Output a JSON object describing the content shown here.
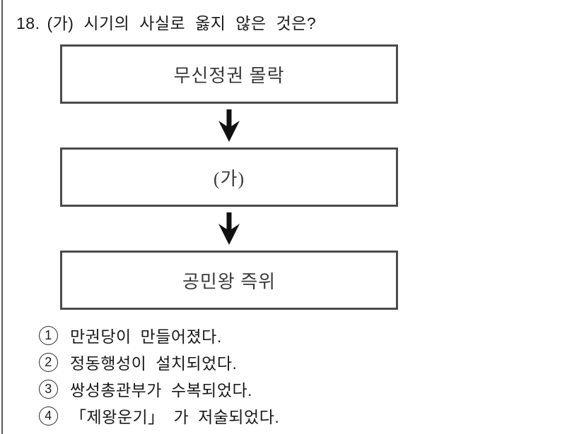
{
  "question": {
    "number": "18.",
    "text": "(가) 시기의 사실로 옳지 않은 것은?"
  },
  "diagram": {
    "boxes": [
      {
        "label": "무신정권 몰락"
      },
      {
        "label": "(가)"
      },
      {
        "label": "공민왕 즉위"
      }
    ],
    "arrow_icon": "down-arrow"
  },
  "options": [
    {
      "marker": "1",
      "text": "만권당이 만들어졌다."
    },
    {
      "marker": "2",
      "text": "정동행성이 설치되었다."
    },
    {
      "marker": "3",
      "text": "쌍성총관부가 수복되었다."
    },
    {
      "marker": "4",
      "text": "「제왕운기」 가 저술되었다."
    }
  ],
  "colors": {
    "box_border": "#4b4b4b",
    "page_rule": "#5a5a5a",
    "arrow": "#111111",
    "title_text": "#1a1a1a",
    "box_text": "#3a3a3a"
  }
}
